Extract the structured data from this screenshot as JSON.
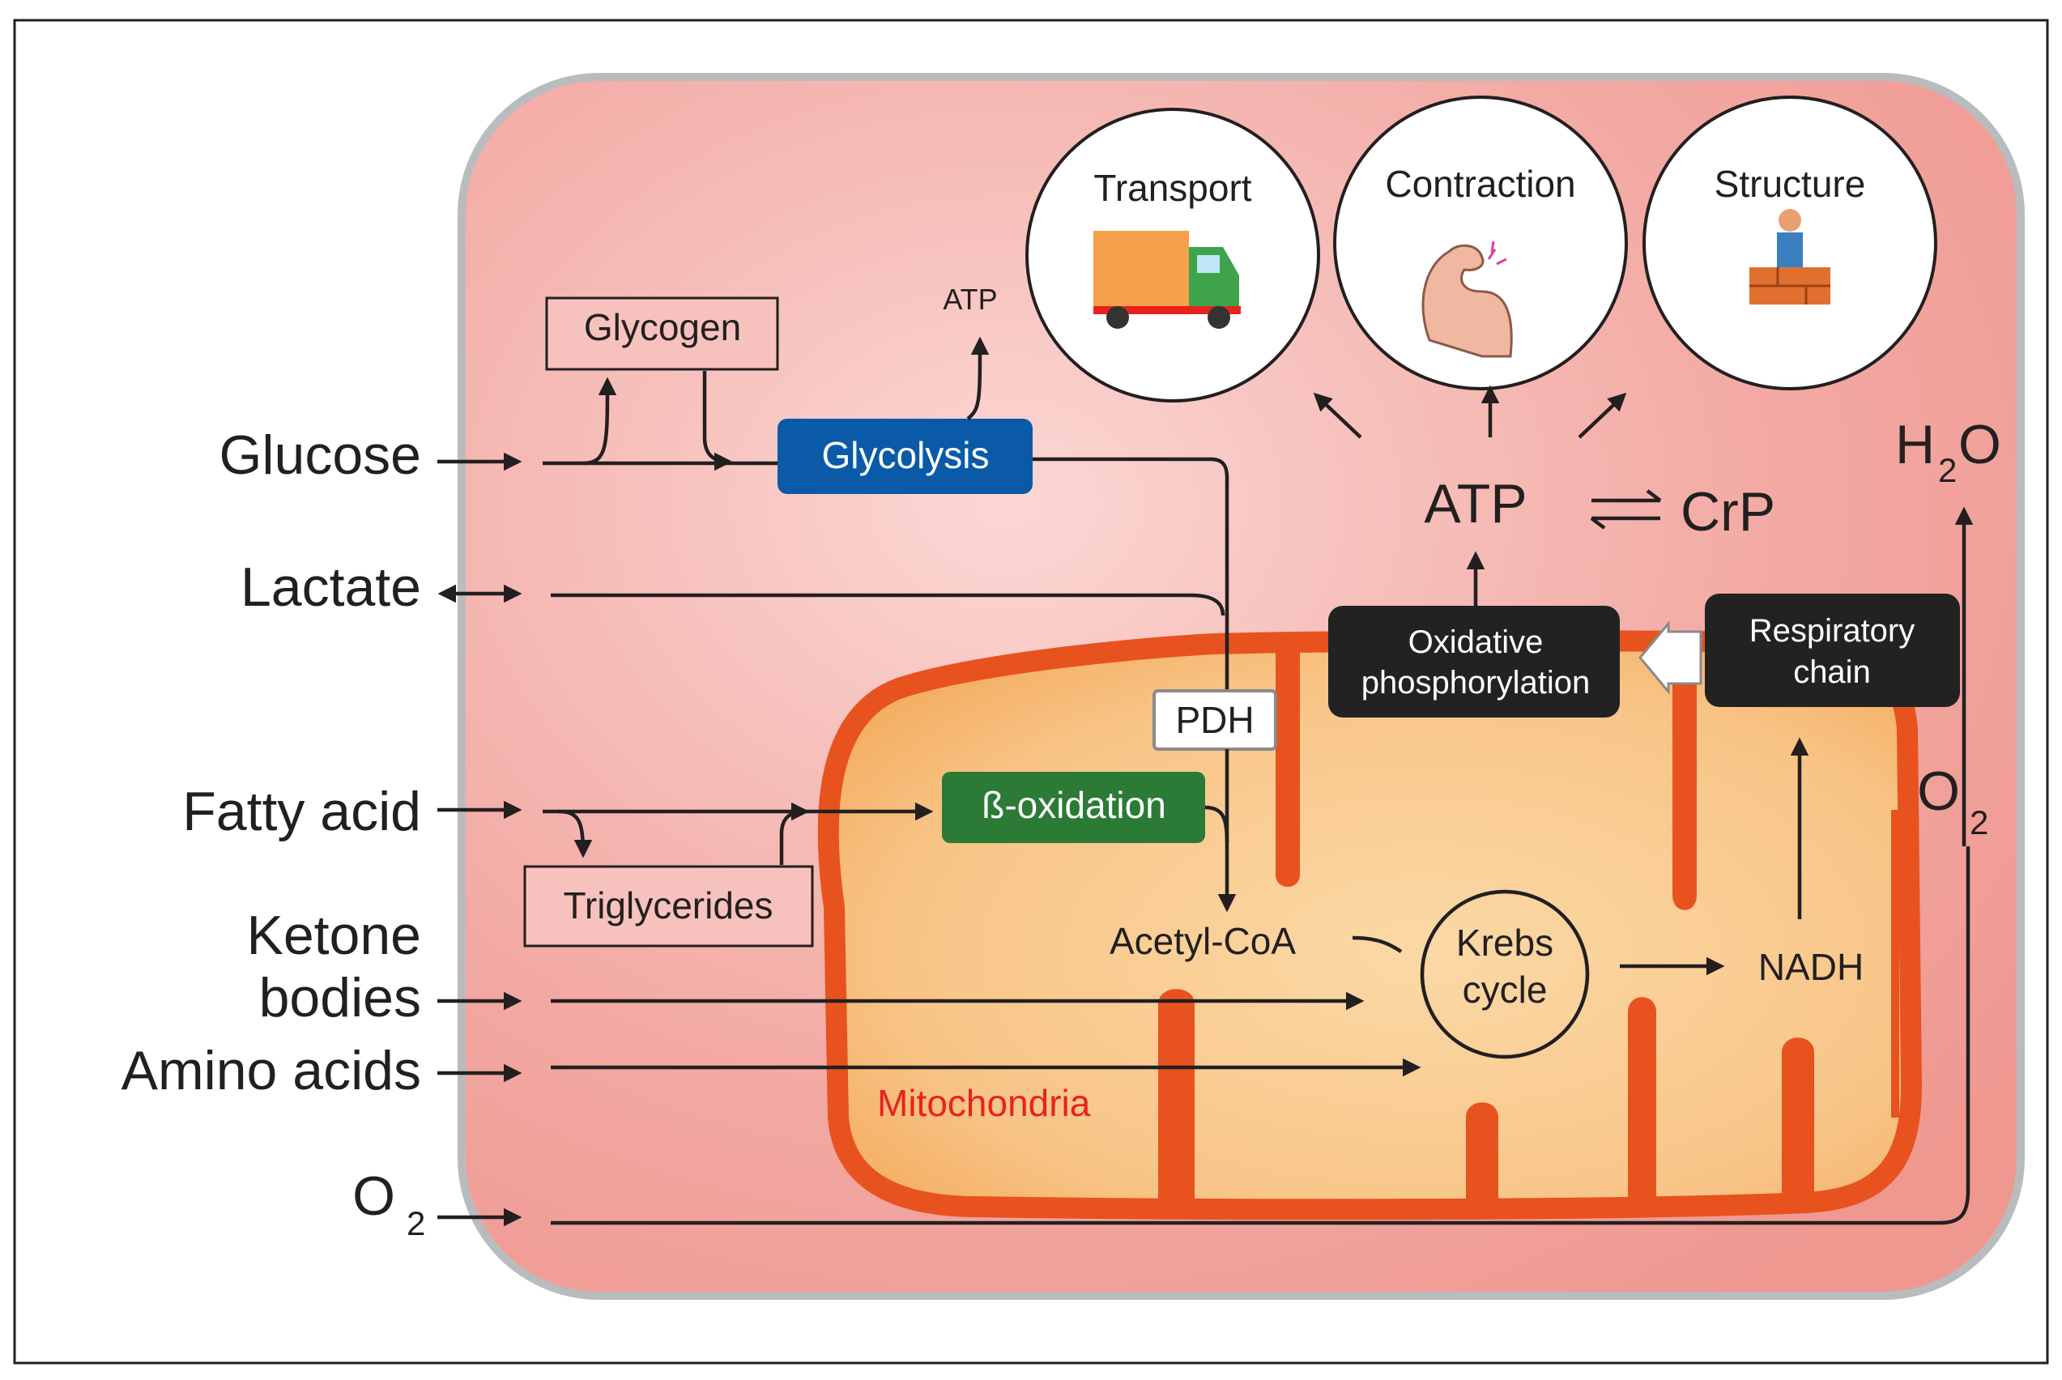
{
  "inputs": {
    "glucose": "Glucose",
    "lactate": "Lactate",
    "fatty_acid": "Fatty acid",
    "ketone_bodies_line1": "Ketone",
    "ketone_bodies_line2": "bodies",
    "amino_acids": "Amino acids",
    "oxygen_in": "O",
    "oxygen_in_sub": "2"
  },
  "pathways": {
    "glycogen": "Glycogen",
    "glycolysis": "Glycolysis",
    "atp_small": "ATP",
    "triglycerides": "Triglycerides",
    "beta_oxidation": "ß-oxidation",
    "pdh": "PDH",
    "acetyl_coa": "Acetyl-CoA",
    "krebs_line1": "Krebs",
    "krebs_line2": "cycle",
    "nadh": "NADH",
    "mitochondria": "Mitochondria"
  },
  "energy": {
    "oxphos_line1": "Oxidative",
    "oxphos_line2": "phosphorylation",
    "resp_line1": "Respiratory",
    "resp_line2": "chain",
    "atp": "ATP",
    "crp": "CrP",
    "water": "H",
    "water_sub": "2",
    "water_o": "O",
    "oxygen_inner": "O",
    "oxygen_inner_sub": "2"
  },
  "uses": {
    "transport": "Transport",
    "contraction": "Contraction",
    "structure": "Structure"
  },
  "colors": {
    "cell": "#f2a7a2",
    "cell_border": "#b9bcbf",
    "mito_fill": "#f8c88e",
    "mito_membrane": "#e8521e",
    "glycolysis": "#0a5aa8",
    "beta_oxidation": "#2b7a36",
    "black_box": "#222222",
    "mitochondria_label": "#e8221e"
  },
  "icons": {
    "transport": "truck-icon",
    "contraction": "flexed-arm-icon",
    "structure": "bricklayer-icon"
  }
}
